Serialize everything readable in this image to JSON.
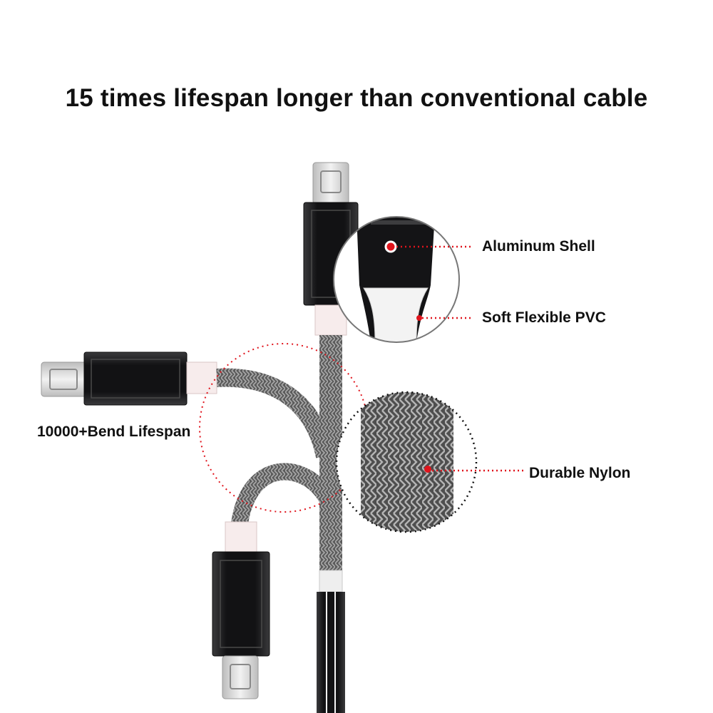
{
  "headline": "15 times lifespan longer than conventional cable",
  "labels": {
    "aluminum_shell": "Aluminum Shell",
    "soft_pvc": "Soft Flexible PVC",
    "bend_lifespan": "10000+Bend Lifespan",
    "durable_nylon": "Durable Nylon"
  },
  "colors": {
    "accent": "#e0141c",
    "shell": "#1c1c1e",
    "braid": "#6b6b6b",
    "connector": "#d9d9d9"
  }
}
